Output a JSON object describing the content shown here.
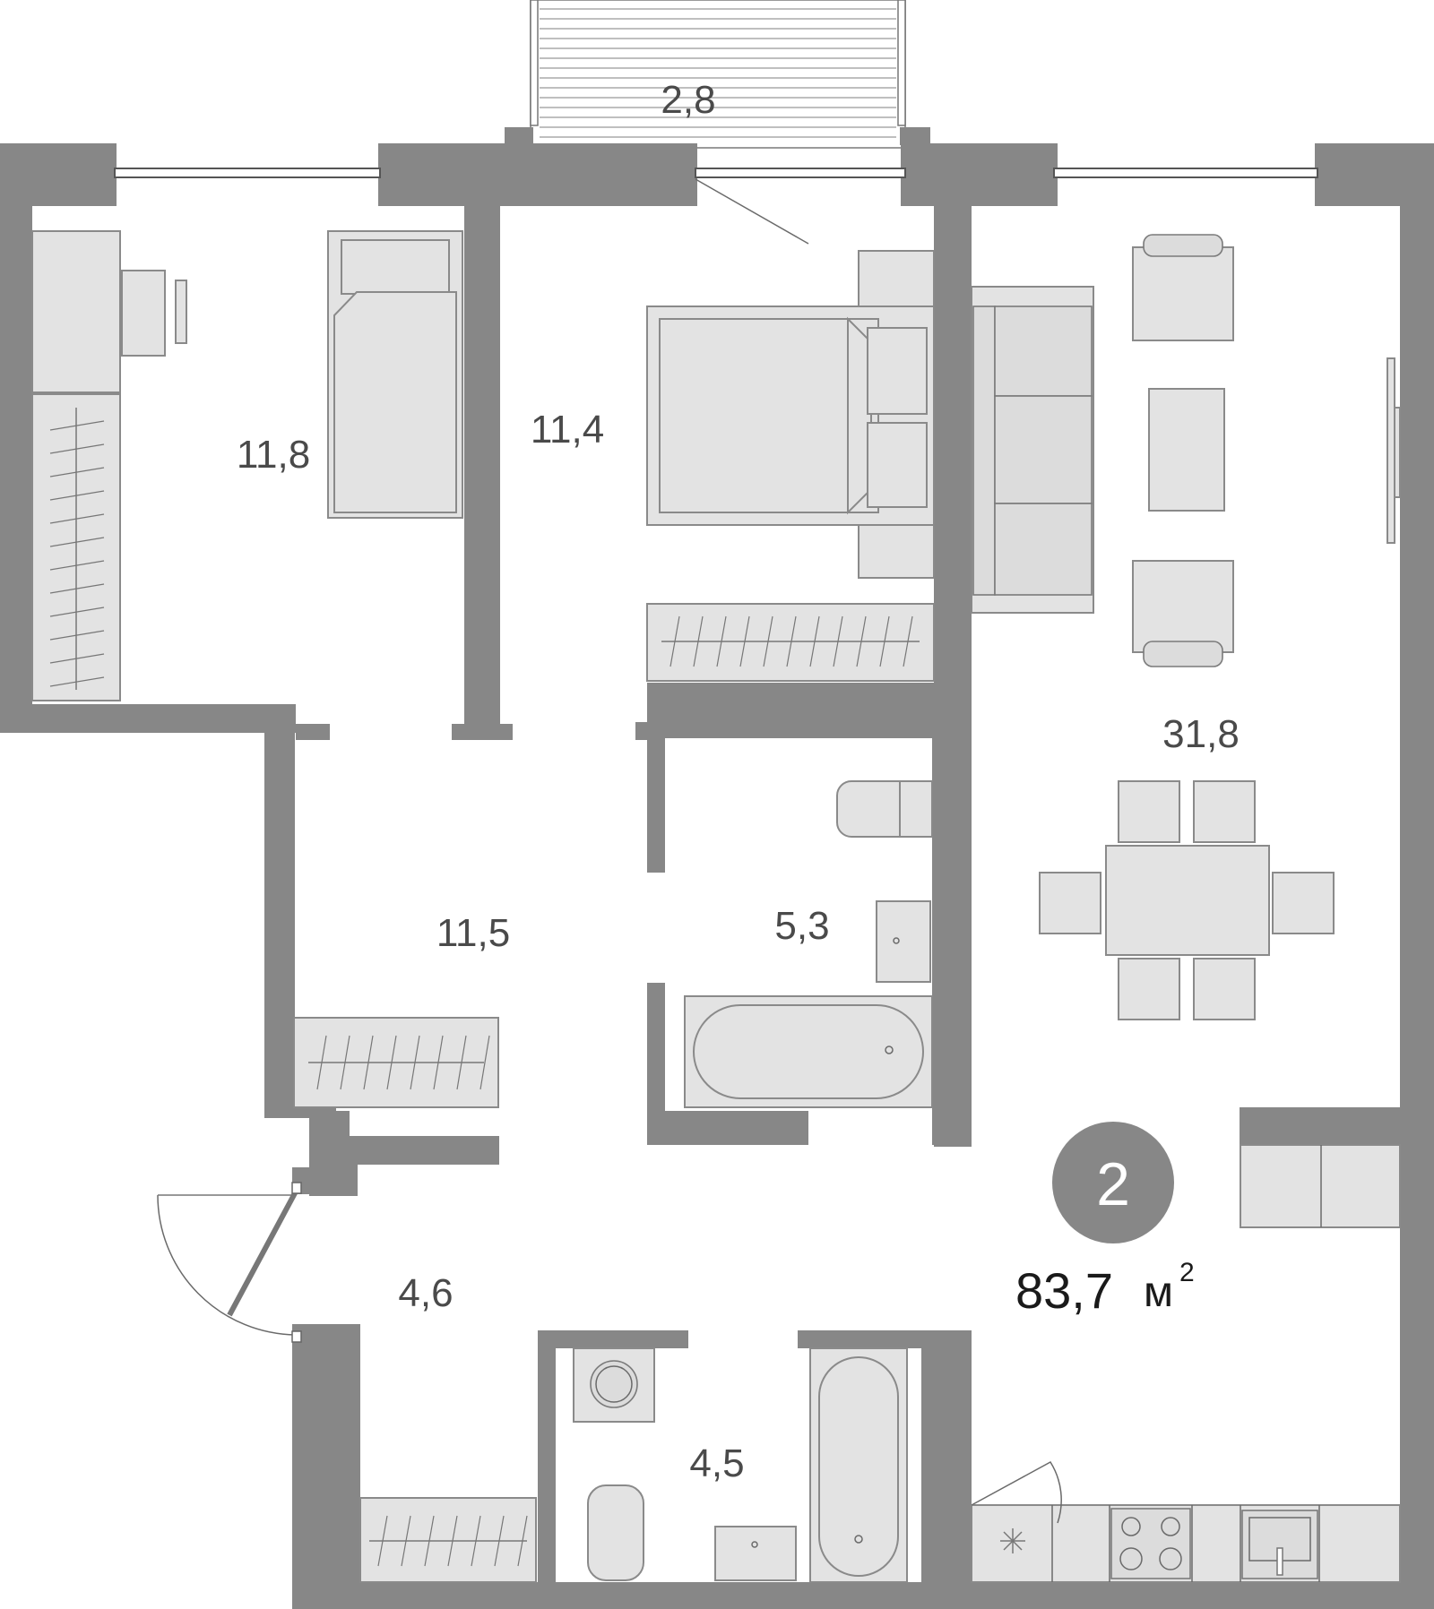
{
  "plan": {
    "rooms": [
      {
        "id": "balcony",
        "area": "2,8"
      },
      {
        "id": "bedroom-left",
        "area": "11,8"
      },
      {
        "id": "bedroom-right",
        "area": "11,4"
      },
      {
        "id": "living-kitchen",
        "area": "31,8"
      },
      {
        "id": "hallway",
        "area": "11,5"
      },
      {
        "id": "bathroom-main",
        "area": "5,3"
      },
      {
        "id": "entry",
        "area": "4,6"
      },
      {
        "id": "bathroom-second",
        "area": "4,5"
      }
    ],
    "room_count": "2",
    "total_area": "83,7",
    "unit": "м",
    "unit_power": "2"
  },
  "colors": {
    "wall": "#878787",
    "furniture_fill": "#e3e3e3",
    "badge": "#878787"
  }
}
